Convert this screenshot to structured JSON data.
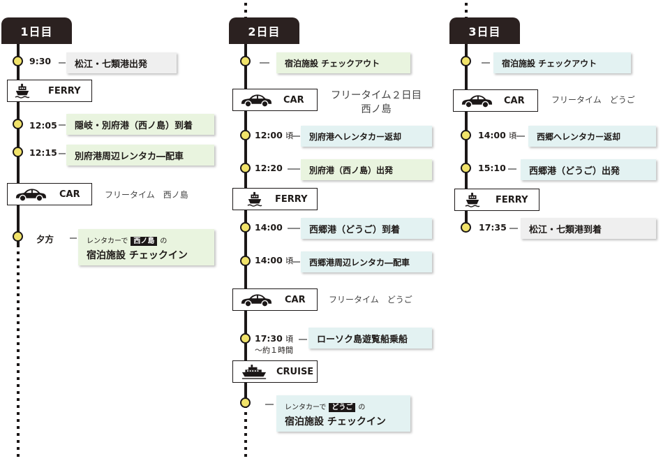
{
  "days": [
    {
      "label": "1日目",
      "items": [
        {
          "time": "9:30",
          "text": "松江・七類港出発"
        },
        {
          "mode": "FERRY"
        },
        {
          "time": "12:05",
          "text": "隠岐・別府港（西ノ島）到着"
        },
        {
          "time": "12:15",
          "text": "別府港周辺レンタカ―配車"
        },
        {
          "mode": "CAR",
          "note": "フリータイム　西ノ島"
        },
        {
          "time": "夕方",
          "checkin": {
            "pre": "レンタカーで",
            "place": "西ノ島",
            "post": "の",
            "text": "宿泊施設 チェックイン"
          }
        }
      ]
    },
    {
      "label": "2日目",
      "items": [
        {
          "text": "宿泊施設 チェックアウト"
        },
        {
          "mode": "CAR",
          "note_line1": "フリータイム２日目",
          "note_line2": "西ノ島"
        },
        {
          "time": "12:00",
          "koro": "頃",
          "text": "別府港へレンタカー返却"
        },
        {
          "time": "12:20",
          "text": "別府港（西ノ島）出発"
        },
        {
          "mode": "FERRY"
        },
        {
          "time": "14:00",
          "text": "西郷港（どうご）到着"
        },
        {
          "time": "14:00",
          "koro": "頃",
          "text": "西郷港周辺レンタカ―配車"
        },
        {
          "mode": "CAR",
          "note": "フリータイム　どうご"
        },
        {
          "time": "17:30",
          "koro": "頃",
          "time_sub": "～約１時間",
          "text": "ローソク島遊覧船乗船"
        },
        {
          "mode": "CRUISE"
        },
        {
          "checkin": {
            "pre": "レンタカーで",
            "place": "どうご",
            "post": "の",
            "text": "宿泊施設 チェックイン"
          }
        }
      ]
    },
    {
      "label": "3日目",
      "items": [
        {
          "text": "宿泊施設 チェックアウト"
        },
        {
          "mode": "CAR",
          "note": "フリータイム　どうご"
        },
        {
          "time": "14:00",
          "koro": "頃",
          "text": "西郷へレンタカー返却"
        },
        {
          "time": "15:10",
          "text": "西郷港（どうご）出発"
        },
        {
          "mode": "FERRY"
        },
        {
          "time": "17:35",
          "text": "松江・七類港到着"
        }
      ]
    }
  ],
  "icons": {
    "ferry": "ferry-icon",
    "car": "car-icon",
    "cruise": "cruise-ship-icon"
  },
  "colors": {
    "tab": "#2b2120",
    "dot": "#f1e36a",
    "green_card": "#e9f4df",
    "blue_card": "#e3f2f2",
    "gray_card": "#efefef",
    "line": "#1b1717"
  }
}
